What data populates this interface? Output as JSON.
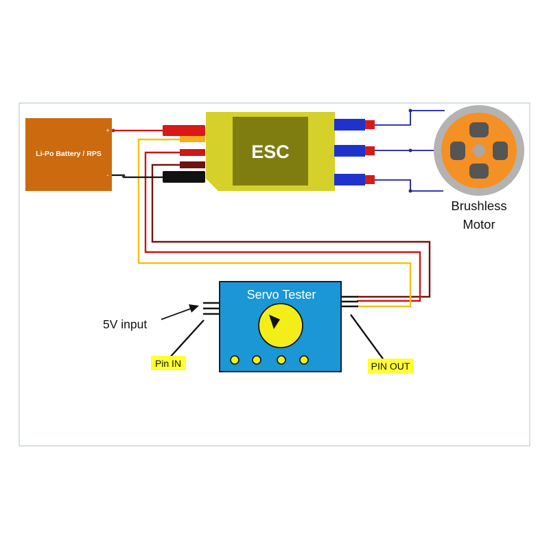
{
  "diagram": {
    "battery": {
      "label": "Li-Po Battery / RPS",
      "plus": "+",
      "minus": "-"
    },
    "esc": {
      "label": "ESC"
    },
    "motor": {
      "label_line1": "Brushless",
      "label_line2": "Motor"
    },
    "servo_tester": {
      "label": "Servo Tester"
    },
    "annotations": {
      "input": "5V input",
      "pin_in": "Pin IN",
      "pin_out": "PIN OUT"
    }
  },
  "colors": {
    "battery": "#cc6a10",
    "esc_body": "#d6d02a",
    "esc_core": "#7f7d10",
    "motor_outer": "#b3b3b3",
    "motor_inner": "#f59024",
    "servo_body": "#1a97d4",
    "knob": "#f3ee18",
    "label_highlight": "#ffff33",
    "wire_red": "#cc1414",
    "wire_yellow": "#f2c20f",
    "wire_black": "#111111",
    "wire_blue": "#1a1aa6"
  }
}
